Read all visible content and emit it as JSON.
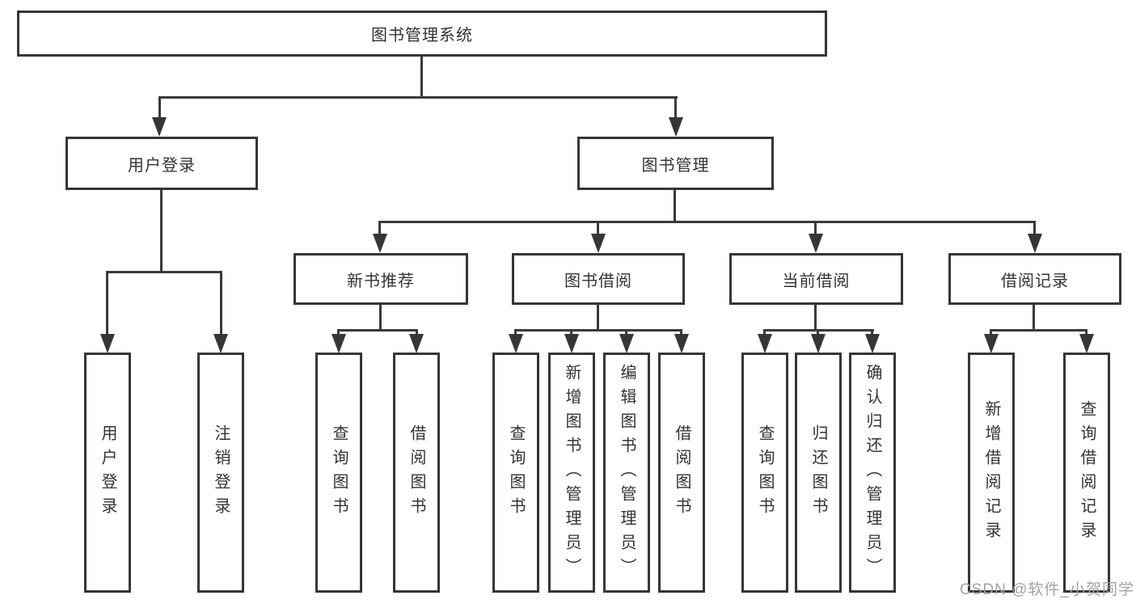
{
  "colors": {
    "line": "#3a3a3a",
    "box_border": "#363636",
    "text": "#333333",
    "watermark": "#a3a3a3",
    "background": "#ffffff"
  },
  "watermark": {
    "text": "CSDN @软件_小贺同学"
  },
  "diagram": {
    "type": "hierarchy-tree",
    "root": {
      "label": "图书管理系统"
    },
    "level2": [
      {
        "label": "用户登录"
      },
      {
        "label": "图书管理"
      }
    ],
    "level3": [
      {
        "label": "新书推荐",
        "parent": "图书管理"
      },
      {
        "label": "图书借阅",
        "parent": "图书管理"
      },
      {
        "label": "当前借阅",
        "parent": "图书管理"
      },
      {
        "label": "借阅记录",
        "parent": "图书管理"
      }
    ],
    "leaves": [
      {
        "label": "用户登录",
        "parent": "用户登录"
      },
      {
        "label": "注销登录",
        "parent": "用户登录"
      },
      {
        "label": "查询图书",
        "parent": "新书推荐"
      },
      {
        "label": "借阅图书",
        "parent": "新书推荐"
      },
      {
        "label": "查询图书",
        "parent": "图书借阅"
      },
      {
        "label": "新增图书（管理员）",
        "parent": "图书借阅"
      },
      {
        "label": "编辑图书（管理员）",
        "parent": "图书借阅"
      },
      {
        "label": "借阅图书",
        "parent": "图书借阅"
      },
      {
        "label": "查询图书",
        "parent": "当前借阅"
      },
      {
        "label": "归还图书",
        "parent": "当前借阅"
      },
      {
        "label": "确认归还（管理员）",
        "parent": "当前借阅"
      },
      {
        "label": "新增借阅记录",
        "parent": "借阅记录"
      },
      {
        "label": "查询借阅记录",
        "parent": "借阅记录"
      }
    ]
  }
}
